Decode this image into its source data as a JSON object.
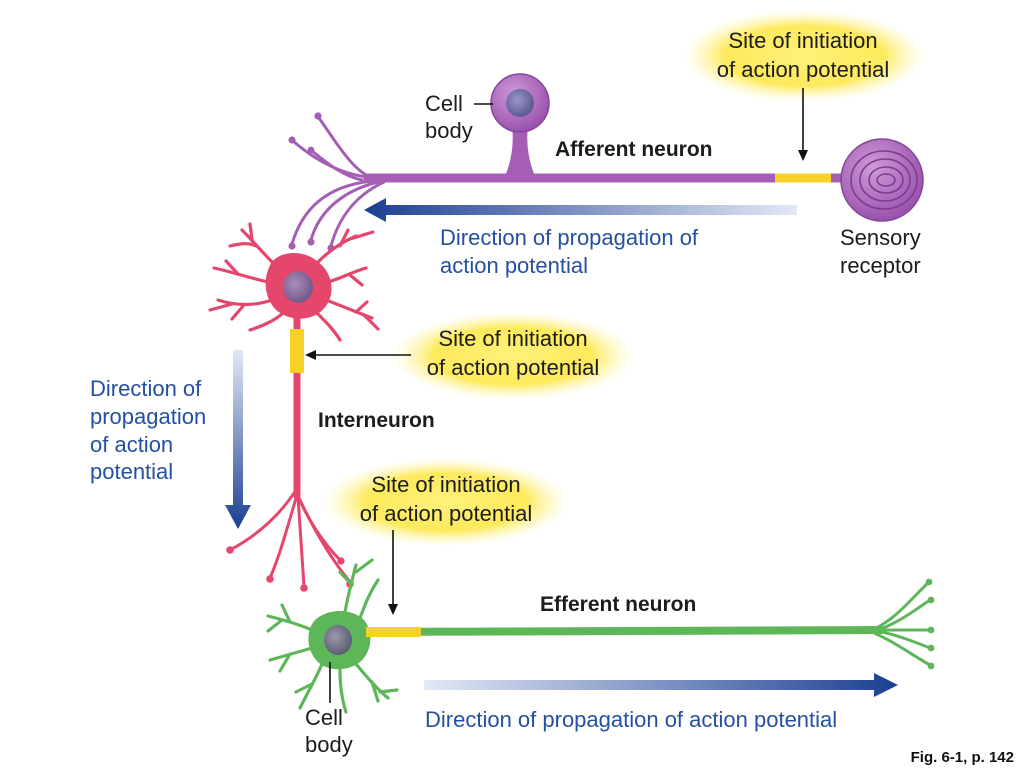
{
  "figure_caption": "Fig. 6-1, p. 142",
  "afferent": {
    "title": "Afferent neuron",
    "cell_body_label": [
      "Cell",
      "body"
    ],
    "receptor_label": [
      "Sensory",
      "receptor"
    ],
    "initiation_label": [
      "Site of initiation",
      "of action potential"
    ],
    "direction_label": [
      "Direction of propagation of",
      "action potential"
    ]
  },
  "interneuron": {
    "title": "Interneuron",
    "initiation_label": [
      "Site of initiation",
      "of action potential"
    ],
    "direction_label": [
      "Direction of",
      "propagation",
      "of action",
      "potential"
    ]
  },
  "efferent": {
    "title": "Efferent neuron",
    "initiation_label": [
      "Site of initiation",
      "of action potential"
    ],
    "direction_label": "Direction of propagation of action potential",
    "cell_body_label": [
      "Cell",
      "body"
    ]
  },
  "colors": {
    "afferent": "#a45fb5",
    "interneuron": "#e4466c",
    "efferent": "#5db658",
    "initiation_site": "#f6d228",
    "direction_text": "#2550a2",
    "direction_arrow": "#1b3f91"
  }
}
